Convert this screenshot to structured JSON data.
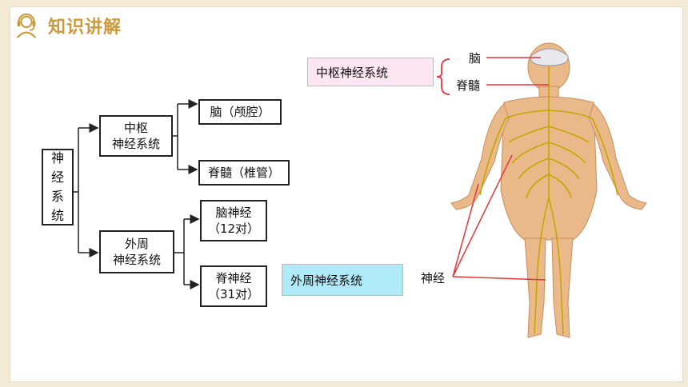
{
  "header": {
    "title": "知识讲解",
    "icon": "headset-person-icon"
  },
  "tree": {
    "root": [
      "神",
      "经",
      "系",
      "统"
    ],
    "central": {
      "line1": "中枢",
      "line2": "神经系统"
    },
    "brain": "脑（颅腔）",
    "spinal_cord": "脊髓（椎管）",
    "peripheral": {
      "line1": "外周",
      "line2": "神经系统"
    },
    "cranial": {
      "line1": "脑神经",
      "line2": "（12对）"
    },
    "spinal_nerves": {
      "line1": "脊神经",
      "line2": "（31对）"
    }
  },
  "figure": {
    "central_tag": "中枢神经系统",
    "peripheral_tag": "外周神经系统",
    "brain_label": "脑",
    "cord_label": "脊髓",
    "nerve_label": "神经"
  },
  "colors": {
    "accent": "#c99a3e",
    "central_tag_bg": "#fde6f0",
    "peripheral_tag_bg": "#aeeaf8",
    "pointer": "#e0373c"
  }
}
